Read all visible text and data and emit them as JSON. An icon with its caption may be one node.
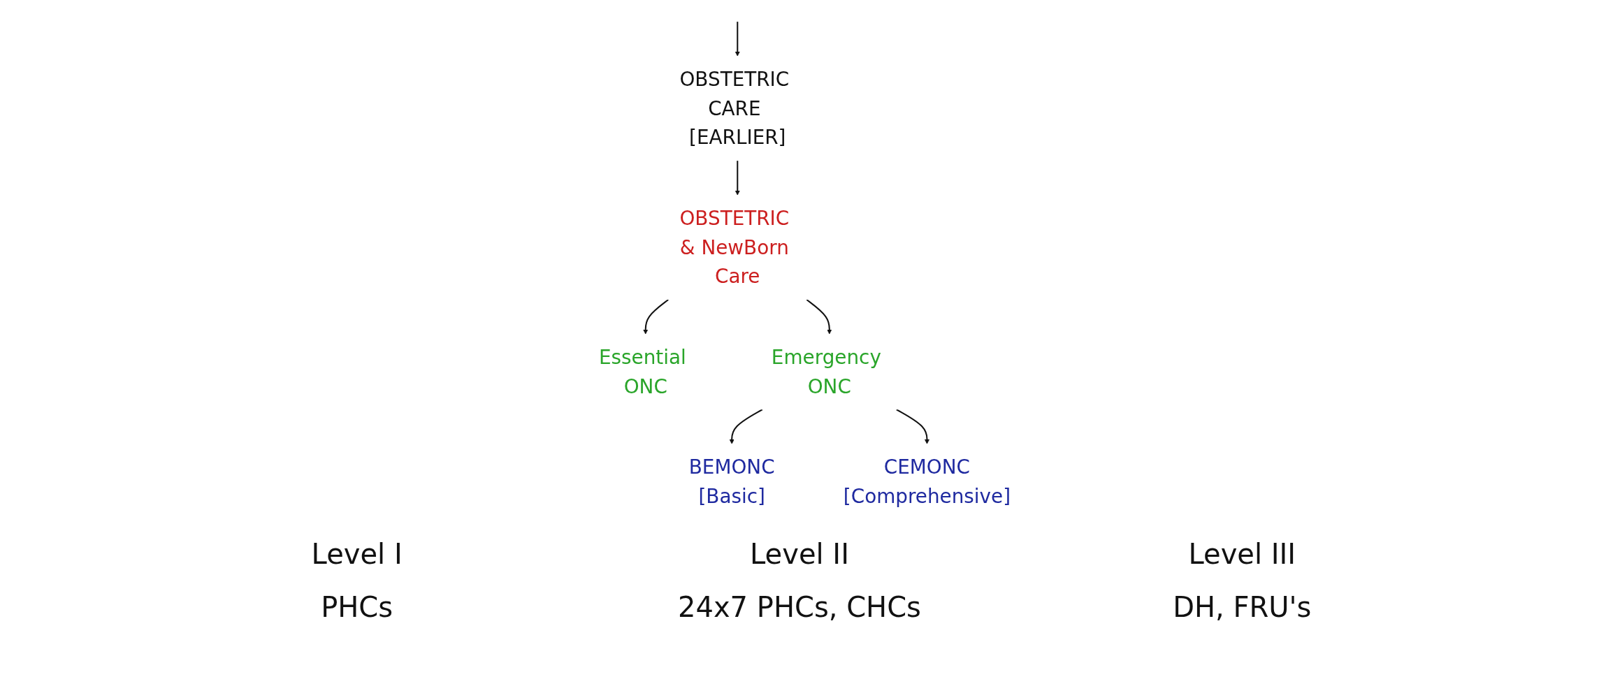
{
  "diagram": {
    "nodes": [
      {
        "text": [
          "OBSTETRIC CARE [EARLIER]"
        ]
      },
      {
        "text": [
          "OBSTETRIC & NewBorn Care"
        ]
      },
      {
        "text": [
          "Essential ONC"
        ]
      },
      {
        "text": [
          "Emergency ONC"
        ]
      },
      {
        "text": [
          "BEMONC",
          "[Basic]"
        ]
      },
      {
        "text": [
          "CEMONC",
          "[Comprehensive]"
        ]
      }
    ],
    "edges": [
      {
        "from": null,
        "to": 0,
        "arrow": "to"
      },
      {
        "from": 0,
        "to": 1,
        "arrow": "to"
      },
      {
        "from": 1,
        "to": 2,
        "arrow": "to"
      },
      {
        "from": 1,
        "to": 3,
        "arrow": "to"
      },
      {
        "from": 3,
        "to": 4,
        "arrow": "to"
      },
      {
        "from": 3,
        "to": 5,
        "arrow": "to"
      }
    ],
    "labels": [
      "Level I",
      "Level II",
      "Level III",
      "PHCs",
      "24x7 PHCs, CHCs",
      "DH, FRU's"
    ]
  }
}
